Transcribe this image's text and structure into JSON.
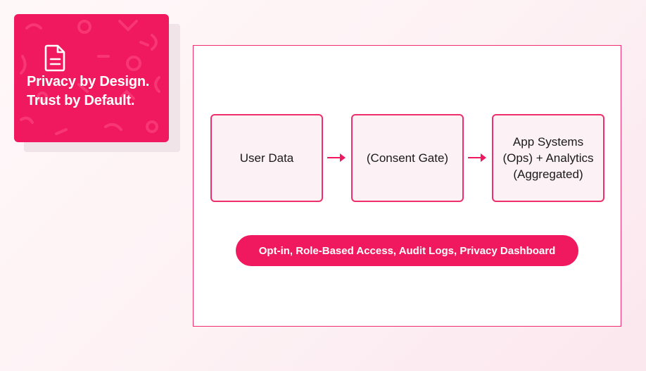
{
  "feature_card": {
    "icon": "document-icon",
    "title": "Privacy by Design. Trust by Default."
  },
  "diagram": {
    "nodes": [
      {
        "label": "User Data"
      },
      {
        "label": "(Consent Gate)"
      },
      {
        "label": "App Systems (Ops) + Analytics (Aggregated)"
      }
    ],
    "footer_pill": "Opt-in, Role-Based Access, Audit Logs, Privacy Dashboard"
  },
  "colors": {
    "accent": "#f0195f",
    "node_border": "#ee2f6c",
    "node_fill": "#fcf1f4",
    "text": "#1a1a1a"
  }
}
